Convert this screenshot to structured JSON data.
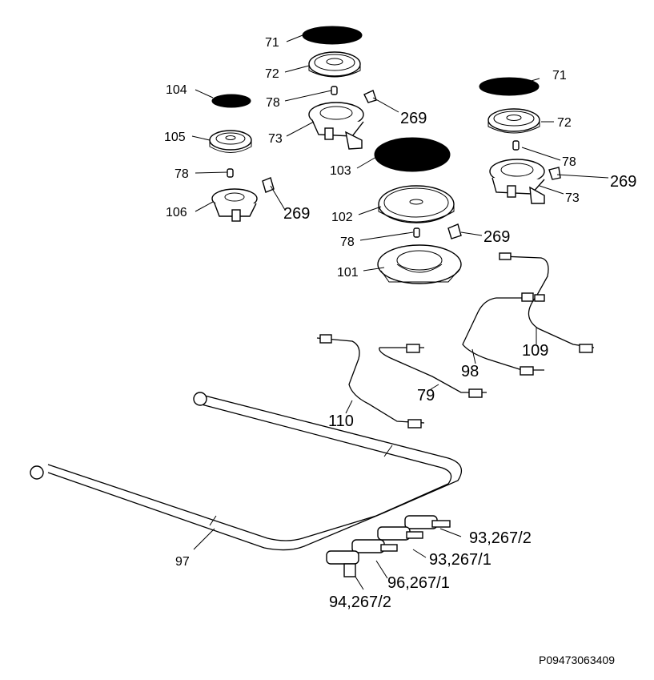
{
  "diagram": {
    "labels": {
      "l71a": "71",
      "l72a": "72",
      "l78a": "78",
      "l269a": "269",
      "l73a": "73",
      "l104": "104",
      "l105": "105",
      "l78b": "78",
      "l106": "106",
      "l269b": "269",
      "l71b": "71",
      "l72b": "72",
      "l78c": "78",
      "l269c": "269",
      "l73b": "73",
      "l103": "103",
      "l102": "102",
      "l78d": "78",
      "l269d": "269",
      "l101": "101",
      "l109": "109",
      "l98": "98",
      "l79": "79",
      "l110": "110",
      "l97": "97",
      "l93_2": "93,267/2",
      "l93_1": "93,267/1",
      "l96_1": "96,267/1",
      "l94_2": "94,267/2",
      "ref": "P09473063409"
    }
  }
}
